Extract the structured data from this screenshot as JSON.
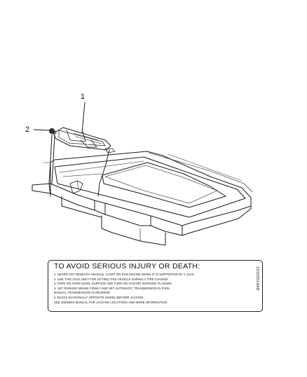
{
  "callouts": [
    {
      "number": "1"
    },
    {
      "number": "2"
    }
  ],
  "warning_label": {
    "title": "TO AVOID SERIOUS INJURY OR DEATH:",
    "lines": [
      "1. NEVER GET BENEATH VEHICLE, START OR RUN ENGINE WHEN IT IS SUPPORTED BY A JACK.",
      "2. USE THIS JACK ONLY FOR LIFTING THIS VEHICLE DURING A TIRE CHANGE.",
      "3. PARK ON HARD LEVEL SURFACE AND TURN ON HAZARD WARNING FLASHER.",
      "4. SET PARKING BRAKE FIRMLY AND SET AUTOMATIC TRANSMISSION IN PARK.",
      "   MANUAL TRANSMISSION IN REVERSE.",
      "5. BLOCK DIAGONALLY OPPOSITE WHEEL BEFORE JACKING.",
      "SEE OWNERS MANUAL FOR JACKING LOCATIONS AND MORE INFORMATION."
    ],
    "code": "10103519AB"
  }
}
